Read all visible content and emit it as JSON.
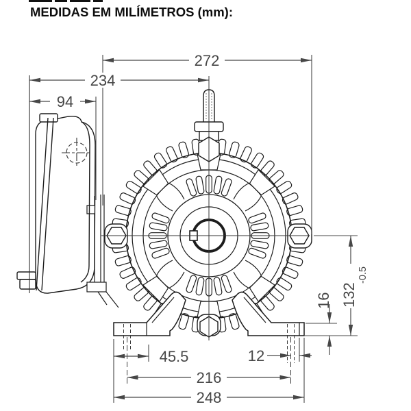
{
  "title": "MEDIDAS EM MILÍMETROS (mm):",
  "unit": "mm",
  "dimensions": {
    "overall_width": "272",
    "terminal_box_to_center": "234",
    "terminal_box_depth": "94",
    "foot_pad_length": "45.5",
    "foot_hole_to_step": "12",
    "foot_hole_spacing": "216",
    "foot_overall_width": "248",
    "foot_thickness": "16",
    "shaft_height": "132",
    "shaft_height_tolerance": "-0.5"
  },
  "colors": {
    "background": "#ffffff",
    "drawing_line": "#1c1c1c",
    "dimension_line": "#474747",
    "text": "#0d0d0d"
  }
}
